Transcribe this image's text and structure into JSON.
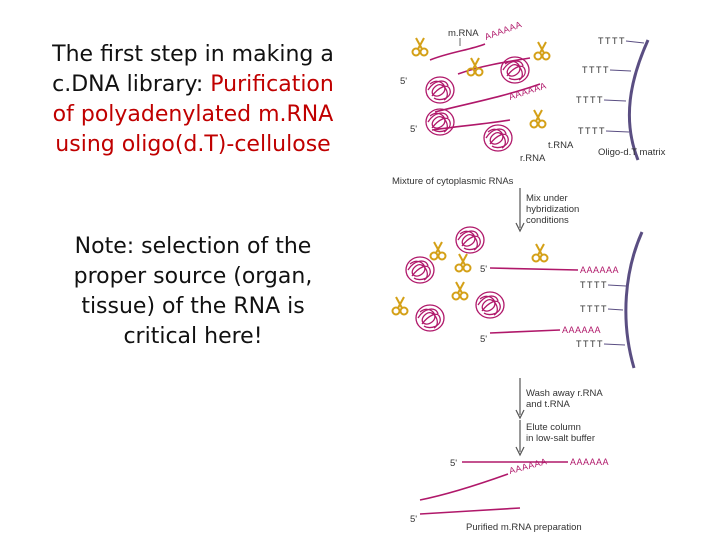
{
  "title": {
    "line1": "The first step in making a",
    "line2_plain": "c.DNA library: ",
    "line2_highlight": "Purification",
    "line3": "of polyadenylated m.RNA",
    "line4": "using oligo(d.T)-cellulose"
  },
  "note": {
    "line1": "Note: selection of the",
    "line2": "proper source (organ,",
    "line3": "tissue) of the RNA is",
    "line4": "critical here!"
  },
  "colors": {
    "highlight": "#c00000",
    "rna_strand": "#b0186a",
    "scissors": "#d4a017",
    "matrix": "#5a4e82",
    "arrow": "#555555"
  },
  "diagram": {
    "labels": {
      "mrna": "m.RNA",
      "rrna": "r.RNA",
      "trna": "t.RNA",
      "five_prime": "5'",
      "oligo_matrix": "Oligo-d.T matrix",
      "mixture": "Mixture of cytoplasmic RNAs",
      "step1_a": "Mix under",
      "step1_b": "hybridization",
      "step1_c": "conditions",
      "step2_a": "Wash away r.RNA",
      "step2_b": "and t.RNA",
      "step3_a": "Elute column",
      "step3_b": "in low-salt buffer",
      "purified": "Purified m.RNA preparation"
    },
    "poly_a": "AAAAAA",
    "tttt": "TTTT"
  }
}
